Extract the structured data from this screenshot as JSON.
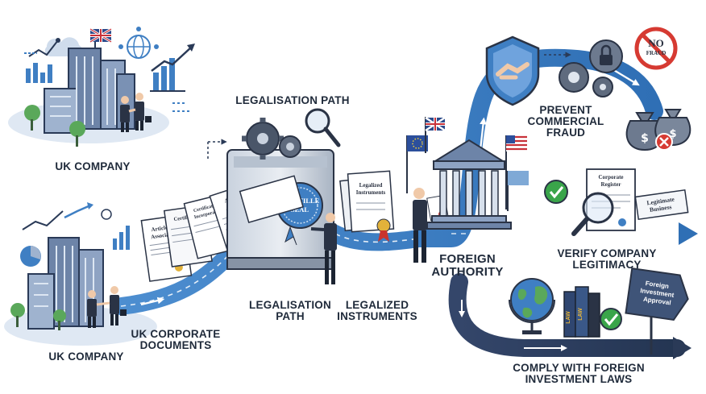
{
  "labels": {
    "uk_company_top": "UK COMPANY",
    "uk_company_bottom": "UK COMPANY",
    "uk_corporate_documents": "UK CORPORATE\nDOCUMENTS",
    "legalisation_path_top": "LEGALISATION PATH",
    "legalisation_path_bottom": "LEGALISATION\nPATH",
    "legalized_instruments": "LEGALIZED\nINSTRUMENTS",
    "foreign_authority": "FOREIGN\nAUTHORITY",
    "prevent_fraud": "PREVENT\nCOMMERCIAL FRAUD",
    "verify_legitimacy": "VERIFY COMPANY LEGITIMACY",
    "comply_laws": "COMPLY WITH FOREIGN\nINVESTMENT LAWS"
  },
  "documents": {
    "articles_1": "Articles of\nAssociation",
    "certificate": "Certificate",
    "certificate_inc": "Certificate of\nIncorporation",
    "articles_2": "Articles of\nAssociation",
    "legalized": "Legalized\nInstruments",
    "register": "Corporate\nRegister",
    "seal": "APOSTILLE\nSEAL",
    "no_fraud": "NO",
    "fraud": "FRAUD",
    "legit_business": "Legitimate\nBusiness",
    "law_book_1": "LAW",
    "law_book_2": "LAW",
    "sign": "Foreign\nInvestment\nApproval"
  },
  "colors": {
    "path_blue": "#3f7fc3",
    "path_dark": "#2a3a57",
    "ink": "#1f2a3a",
    "green_check": "#3aa54a",
    "red_cross": "#d63a32"
  }
}
